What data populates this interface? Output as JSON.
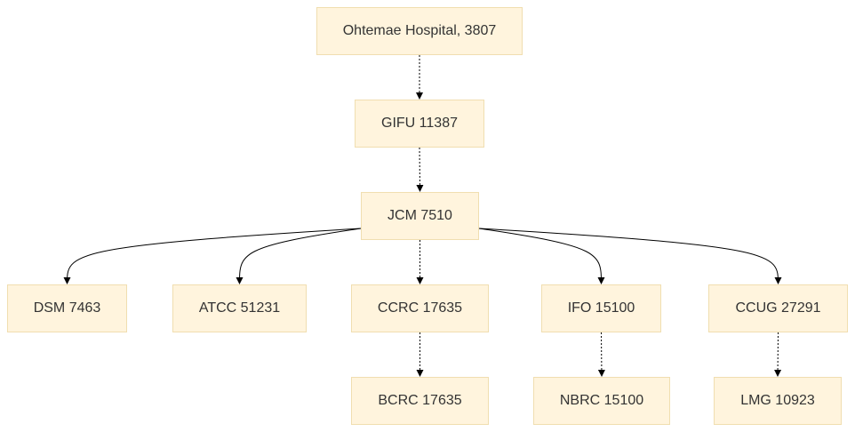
{
  "nodes": {
    "ohtemae": "Ohtemae Hospital, 3807",
    "gifu": "GIFU 11387",
    "jcm": "JCM 7510",
    "dsm": "DSM 7463",
    "atcc": "ATCC 51231",
    "ccrc": "CCRC 17635",
    "ifo": "IFO 15100",
    "ccug": "CCUG 27291",
    "bcrc": "BCRC 17635",
    "nbrc": "NBRC 15100",
    "lmg": "LMG 10923"
  },
  "edges": [
    [
      "ohtemae",
      "gifu"
    ],
    [
      "gifu",
      "jcm"
    ],
    [
      "jcm",
      "dsm"
    ],
    [
      "jcm",
      "atcc"
    ],
    [
      "jcm",
      "ccrc"
    ],
    [
      "jcm",
      "ifo"
    ],
    [
      "jcm",
      "ccug"
    ],
    [
      "ccrc",
      "bcrc"
    ],
    [
      "ifo",
      "nbrc"
    ],
    [
      "ccug",
      "lmg"
    ]
  ],
  "colors": {
    "node_fill": "#fff4dd",
    "node_border": "#f0deb0",
    "edge": "#000000",
    "text": "#333333"
  }
}
